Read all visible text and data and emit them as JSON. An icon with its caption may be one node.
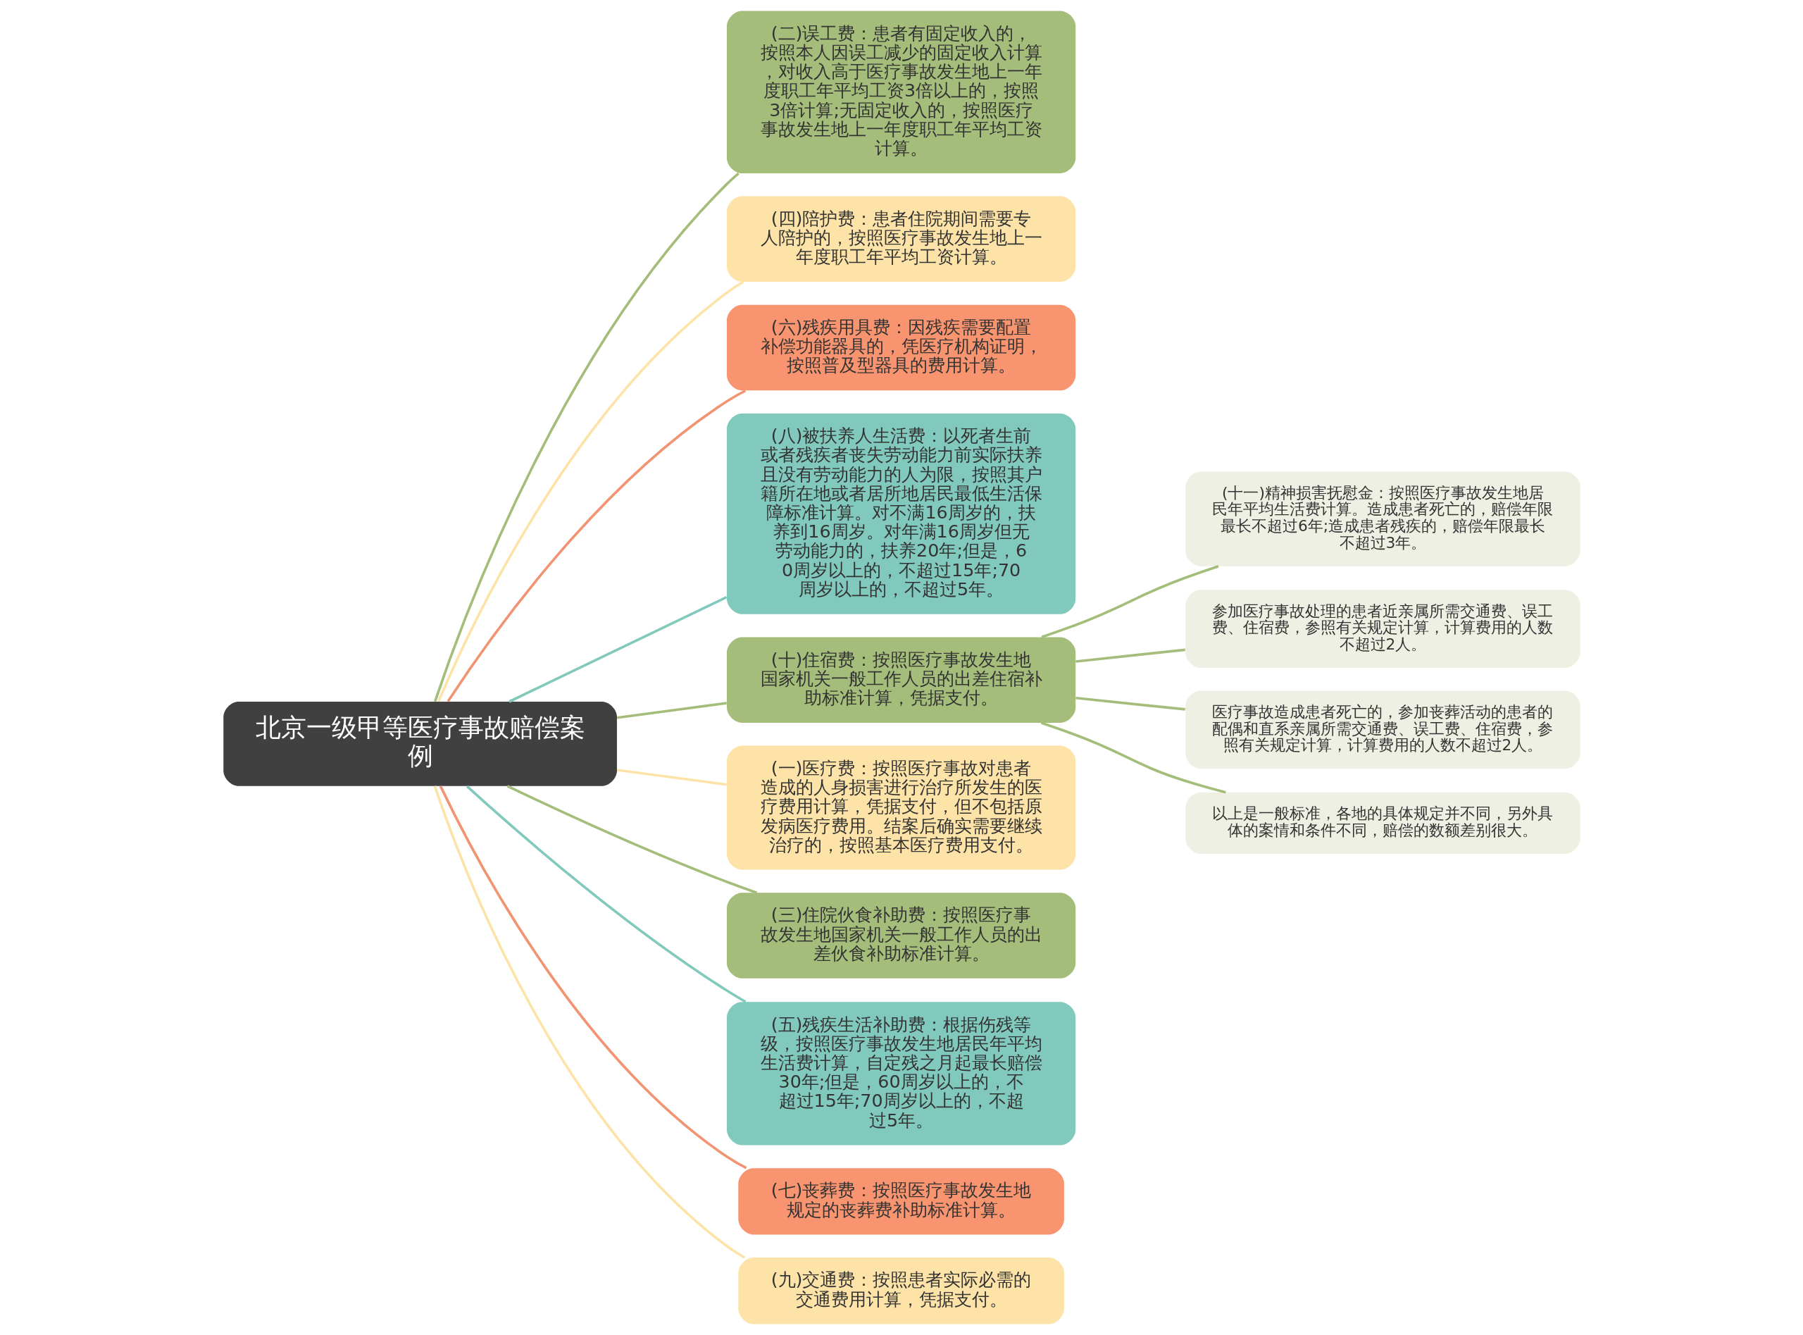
{
  "diagram": {
    "nodes": [
      {
        "text": [
          "北京一级甲等医疗事故赔偿案例"
        ]
      },
      {
        "text": [
          "(二)误工费：患者有固定收入的，按照本人因误工减少的固定收入计算，对收入高于医疗事故发生地上一年度职工年平均工资3倍以上的，按照3倍计算;无固定收入的，按照医疗事故发生地上一年度职工年平均工资计算。"
        ]
      },
      {
        "text": [
          "(四)陪护费：患者住院期间需要专人陪护的，按照医疗事故发生地上一年度职工年平均工资计算。"
        ]
      },
      {
        "text": [
          "(六)残疾用具费：因残疾需要配置补偿功能器具的，凭医疗机构证明，按照普及型器具的费用计算。"
        ]
      },
      {
        "text": [
          "(八)被扶养人生活费：以死者生前或者残疾者丧失劳动能力前实际扶养且没有劳动能力的人为限，按照其户籍所在地或者居所地居民最低生活保障标准计算。对不满16周岁的，扶养到16周岁。对年满16周岁但无劳动能力的，扶养20年;但是，60周岁以上的，不超过15年;70周岁以上的，不超过5年。"
        ]
      },
      {
        "text": [
          "(十)住宿费：按照医疗事故发生地国家机关一般工作人员的出差住宿补助标准计算，凭据支付。"
        ]
      },
      {
        "text": [
          "(十一)精神损害抚慰金：按照医疗事故发生地居民年平均生活费计算。造成患者死亡的，赔偿年限最长不超过6年;造成患者残疾的，赔偿年限最长不超过3年。"
        ]
      },
      {
        "text": [
          "参加医疗事故处理的患者近亲属所需交通费、误工费、住宿费，参照有关规定计算，计算费用的人数不超过2人。"
        ]
      },
      {
        "text": [
          "医疗事故造成患者死亡的，参加丧葬活动的患者的配偶和直系亲属所需交通费、误工费、住宿费，参照有关规定计算，计算费用的人数不超过2人。"
        ]
      },
      {
        "text": [
          "以上是一般标准，各地的具体规定并不同，另外具体的案情和条件不同，赔偿的数额差别很大。"
        ]
      },
      {
        "text": [
          "(一)医疗费：按照医疗事故对患者造成的人身损害进行治疗所发生的医疗费用计算，凭据支付，但不包括原发病医疗费用。结案后确实需要继续治疗的，按照基本医疗费用支付。"
        ]
      },
      {
        "text": [
          "(三)住院伙食补助费：按照医疗事故发生地国家机关一般工作人员的出差伙食补助标准计算。"
        ]
      },
      {
        "text": [
          "(五)残疾生活补助费：根据伤残等级，按照医疗事故发生地居民年平均生活费计算，自定残之月起最长赔偿30年;但是，60周岁以上的，不超过15年;70周岁以上的，不超过5年。"
        ]
      },
      {
        "text": [
          "(七)丧葬费：按照医疗事故发生地规定的丧葬费补助标准计算。"
        ]
      },
      {
        "text": [
          "(九)交通费：按照患者实际必需的交通费用计算，凭据支付。"
        ]
      }
    ],
    "edges": [
      {
        "from": 0,
        "to": 1,
        "arrow": "none"
      },
      {
        "from": 0,
        "to": 2,
        "arrow": "none",
        "color": "#fde3a7"
      },
      {
        "from": 0,
        "to": 3,
        "arrow": "none",
        "color": "#f29471"
      },
      {
        "from": 0,
        "to": 4,
        "arrow": "none",
        "color": "#80c9bc"
      },
      {
        "from": 0,
        "to": 5,
        "arrow": "none"
      },
      {
        "from": 5,
        "to": 6,
        "arrow": "none"
      },
      {
        "from": 5,
        "to": 7,
        "arrow": "none"
      },
      {
        "from": 5,
        "to": 8,
        "arrow": "none"
      },
      {
        "from": 5,
        "to": 9,
        "arrow": "none"
      },
      {
        "from": 0,
        "to": 10,
        "arrow": "none",
        "color": "#fde3a7"
      },
      {
        "from": 0,
        "to": 11,
        "arrow": "none"
      },
      {
        "from": 0,
        "to": 12,
        "arrow": "none",
        "color": "#80c9bc"
      },
      {
        "from": 0,
        "to": 13,
        "arrow": "none",
        "color": "#f29471"
      },
      {
        "from": 0,
        "to": 14,
        "arrow": "none",
        "color": "#fde3a7"
      }
    ]
  }
}
